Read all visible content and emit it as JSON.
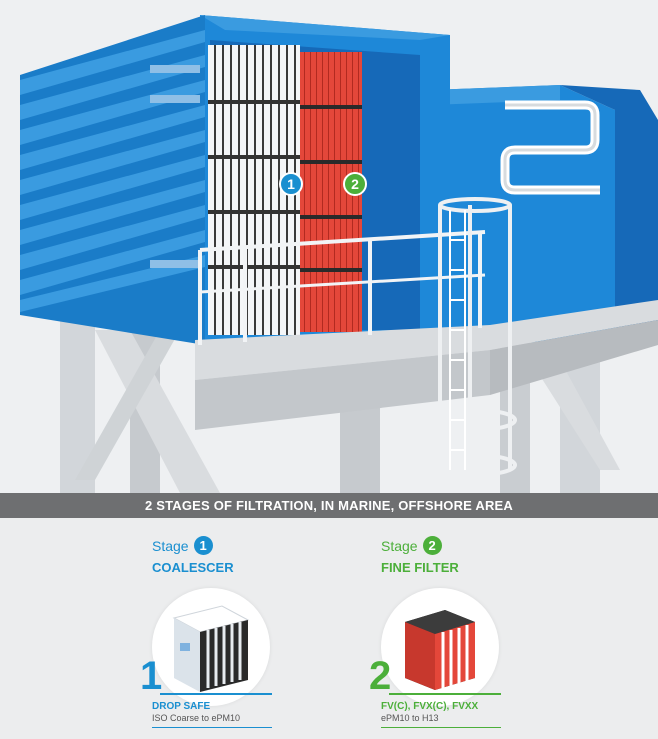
{
  "banner": {
    "title": "2 STAGES OF FILTRATION, IN MARINE, OFFSHORE AREA"
  },
  "diagram": {
    "markers": [
      {
        "number": "1"
      },
      {
        "number": "2"
      }
    ]
  },
  "stages": [
    {
      "word": "Stage",
      "number": "1",
      "title": "COALESCER",
      "product_name": "DROP SAFE",
      "product_range": "ISO Coarse to ePM10",
      "color": "#1a8fd0"
    },
    {
      "word": "Stage",
      "number": "2",
      "title": "FINE FILTER",
      "product_name": "FV(C), FVX(C), FVXX",
      "product_range": "ePM10 to H13",
      "color": "#4caf3a"
    }
  ],
  "colors": {
    "housing": "#1e88d8",
    "housing_dark": "#1669b8",
    "steel": "#c9cdd1",
    "filter_red": "#e4473a",
    "banner": "#6e6f71"
  }
}
